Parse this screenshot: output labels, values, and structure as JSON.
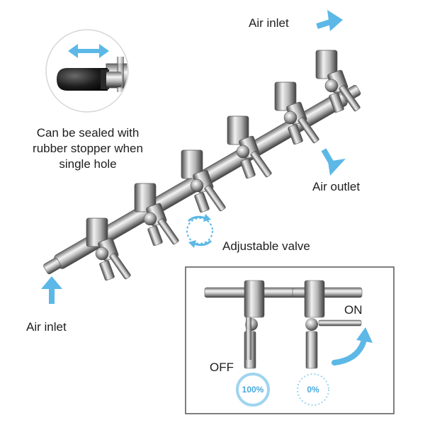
{
  "labels": {
    "air_inlet_top": "Air inlet",
    "air_inlet_bottom": "Air inlet",
    "air_outlet": "Air outlet",
    "adjustable_valve": "Adjustable valve",
    "stopper_note": [
      "Can be sealed with",
      "rubber stopper when",
      "single hole"
    ],
    "on": "ON",
    "off": "OFF"
  },
  "inset_badges": {
    "off_percent": "100%",
    "on_percent": "0%"
  },
  "colors": {
    "arrow": "#5cb8e6",
    "badge_ring": "#9fd4ef",
    "badge_text": "#4aa9dc",
    "steel_dark": "#4a4a4a",
    "steel_light": "#e9e9e9"
  },
  "icons": [
    "right-arrow-icon",
    "up-arrow-icon",
    "down-arrow-icon",
    "double-arrow-icon",
    "rotate-arrow-icon"
  ]
}
